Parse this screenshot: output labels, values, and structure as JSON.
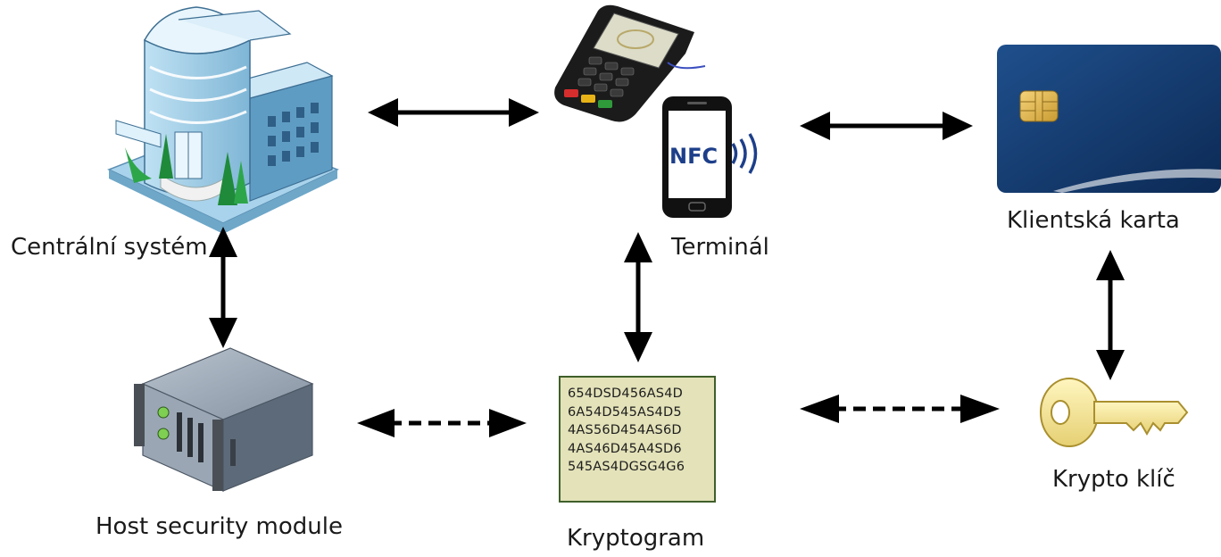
{
  "labels": {
    "central": "Centrální systém",
    "hsm": "Host security module",
    "cryptogram": "Kryptogram",
    "terminal": "Terminál",
    "card": "Klientská karta",
    "key": "Krypto klíč",
    "nfc": "NFC"
  },
  "cryptogram_lines": [
    "654DSD456AS4D",
    "6A54D545AS4D5",
    "4AS56D454AS6D",
    "4AS46D45A4SD6",
    "545AS4DGSG4G6"
  ],
  "connections": [
    {
      "from": "central",
      "to": "terminal",
      "style": "solid"
    },
    {
      "from": "terminal",
      "to": "card",
      "style": "solid"
    },
    {
      "from": "central",
      "to": "hsm",
      "style": "solid"
    },
    {
      "from": "terminal",
      "to": "cryptogram",
      "style": "solid"
    },
    {
      "from": "card",
      "to": "key",
      "style": "solid"
    },
    {
      "from": "hsm",
      "to": "cryptogram",
      "style": "dashed"
    },
    {
      "from": "cryptogram",
      "to": "key",
      "style": "dashed"
    }
  ]
}
